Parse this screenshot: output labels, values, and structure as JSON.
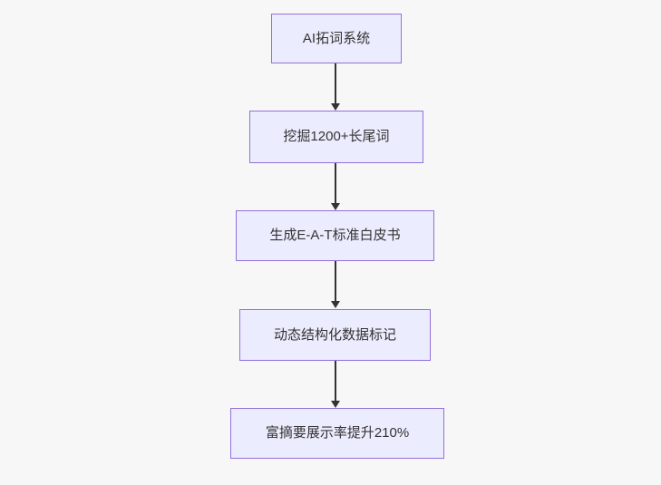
{
  "diagram": {
    "type": "flowchart",
    "direction": "top-down",
    "nodes": [
      {
        "id": "n1",
        "label": "AI拓词系统"
      },
      {
        "id": "n2",
        "label": "挖掘1200+长尾词"
      },
      {
        "id": "n3",
        "label": "生成E-A-T标准白皮书"
      },
      {
        "id": "n4",
        "label": "动态结构化数据标记"
      },
      {
        "id": "n5",
        "label": "富摘要展示率提升210%"
      }
    ],
    "edges": [
      {
        "from": "n1",
        "to": "n2"
      },
      {
        "from": "n2",
        "to": "n3"
      },
      {
        "from": "n3",
        "to": "n4"
      },
      {
        "from": "n4",
        "to": "n5"
      }
    ],
    "colors": {
      "background": "#f7f7f7",
      "node_fill": "#ececff",
      "node_border": "#9370db",
      "text": "#333333",
      "arrow": "#333333"
    }
  }
}
